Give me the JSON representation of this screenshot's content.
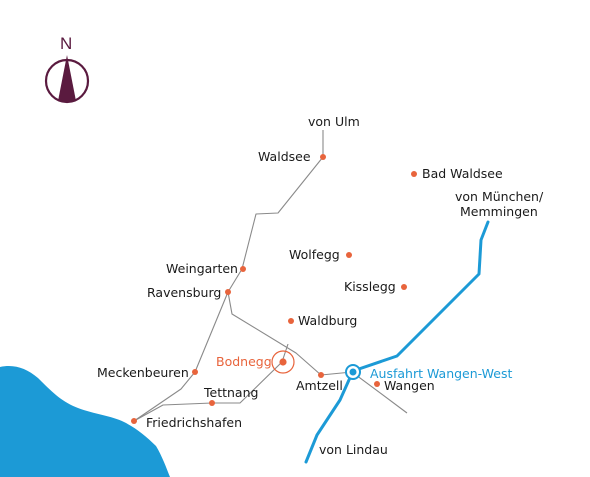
{
  "compass": {
    "label": "N"
  },
  "colors": {
    "road": "#8a8a8a",
    "town": "#e8643c",
    "highlight": "#e8643c",
    "highway": "#1c9ad6",
    "water": "#1c9ad6",
    "compass": "#5a1a3f",
    "text": "#1a1a1a"
  },
  "places": [
    {
      "id": "von-ulm",
      "name": "von Ulm"
    },
    {
      "id": "waldsee",
      "name": "Waldsee"
    },
    {
      "id": "bad-waldsee",
      "name": "Bad Waldsee"
    },
    {
      "id": "von-muenchen-1",
      "name": "von München/"
    },
    {
      "id": "von-muenchen-2",
      "name": "Memmingen"
    },
    {
      "id": "wolfegg",
      "name": "Wolfegg"
    },
    {
      "id": "weingarten",
      "name": "Weingarten"
    },
    {
      "id": "kisslegg",
      "name": "Kisslegg"
    },
    {
      "id": "ravensburg",
      "name": "Ravensburg"
    },
    {
      "id": "waldburg",
      "name": "Waldburg"
    },
    {
      "id": "bodnegg",
      "name": "Bodnegg"
    },
    {
      "id": "meckenbeuren",
      "name": "Meckenbeuren"
    },
    {
      "id": "ausfahrt",
      "name": "Ausfahrt Wangen-West"
    },
    {
      "id": "tettnang",
      "name": "Tettnang"
    },
    {
      "id": "amtzell",
      "name": "Amtzell"
    },
    {
      "id": "wangen",
      "name": "Wangen"
    },
    {
      "id": "friedrichshafen",
      "name": "Friedrichshafen"
    },
    {
      "id": "von-lindau",
      "name": "von Lindau"
    }
  ]
}
